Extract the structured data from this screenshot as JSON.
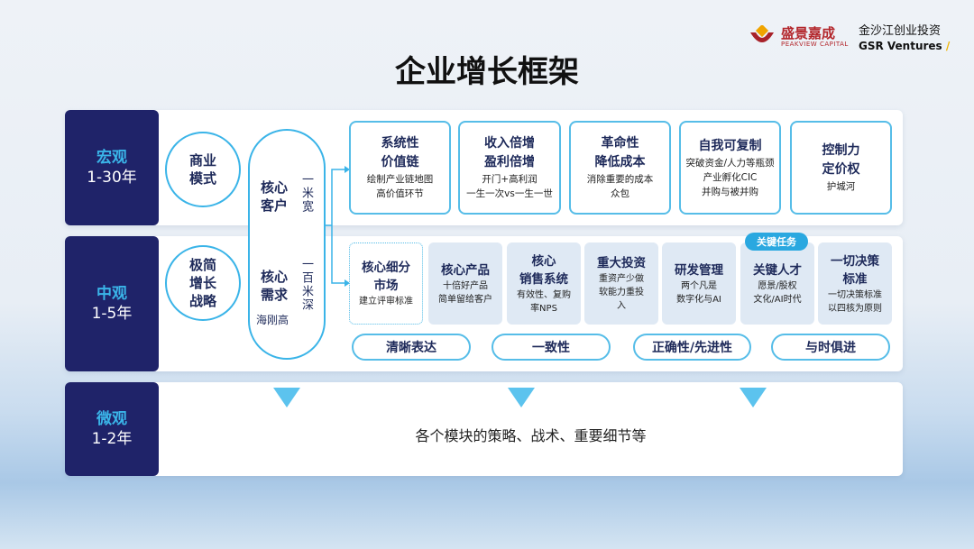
{
  "title": "企业增长框架",
  "logos": {
    "peakview_cn": "盛景嘉成",
    "peakview_en": "PEAKVIEW CAPITAL",
    "gsr_cn": "金沙江创业投资",
    "gsr_en": "GSR Ventures"
  },
  "levels": [
    {
      "name": "宏观",
      "span": "1-30年"
    },
    {
      "name": "中观",
      "span": "1-5年"
    },
    {
      "name": "微观",
      "span": "1-2年"
    }
  ],
  "circles": [
    {
      "lines": [
        "商业",
        "模式"
      ]
    },
    {
      "lines": [
        "极简",
        "增长",
        "战略"
      ]
    }
  ],
  "core": {
    "customer": [
      "核心",
      "客户"
    ],
    "customer_note": "一米宽",
    "need": [
      "核心",
      "需求"
    ],
    "need_note": "一百米深",
    "need_sub": "海刚高"
  },
  "macro_cards": [
    {
      "title": [
        "系统性",
        "价值链"
      ],
      "sub": [
        "绘制产业链地图",
        "高价值环节"
      ]
    },
    {
      "title": [
        "收入倍增",
        "盈利倍增"
      ],
      "sub": [
        "开门+高利润",
        "一生一次vs一生一世"
      ]
    },
    {
      "title": [
        "革命性",
        "降低成本"
      ],
      "sub": [
        "消除重要的成本",
        "众包"
      ]
    },
    {
      "title": [
        "自我可复制"
      ],
      "sub": [
        "突破资金/人力等瓶颈",
        "产业孵化CIC",
        "并购与被并购"
      ]
    },
    {
      "title": [
        "控制力",
        "定价权"
      ],
      "sub": [
        "护城河"
      ]
    }
  ],
  "meso_cards": [
    {
      "title": [
        "核心细分",
        "市场"
      ],
      "sub": [
        "建立评审标准"
      ]
    },
    {
      "title": [
        "核心产品"
      ],
      "sub": [
        "十倍好产品",
        "简单留给客户"
      ]
    },
    {
      "title": [
        "核心",
        "销售系统"
      ],
      "sub": [
        "有效性、复购",
        "率NPS"
      ]
    },
    {
      "title": [
        "重大投资"
      ],
      "sub": [
        "重资产少做",
        "软能力重投",
        "入"
      ]
    },
    {
      "title": [
        "研发管理"
      ],
      "sub": [
        "两个凡是",
        "数字化与AI"
      ]
    },
    {
      "title": [
        "关键人才"
      ],
      "sub": [
        "愿景/股权",
        "文化/AI时代"
      ]
    },
    {
      "title": [
        "一切决策",
        "标准"
      ],
      "sub": [
        "一切决策标准",
        "以四核为原则"
      ]
    }
  ],
  "badge": "关键任务",
  "principles": [
    "清晰表达",
    "一致性",
    "正确性/先进性",
    "与时俱进"
  ],
  "micro_text": "各个模块的策略、战术、重要细节等"
}
